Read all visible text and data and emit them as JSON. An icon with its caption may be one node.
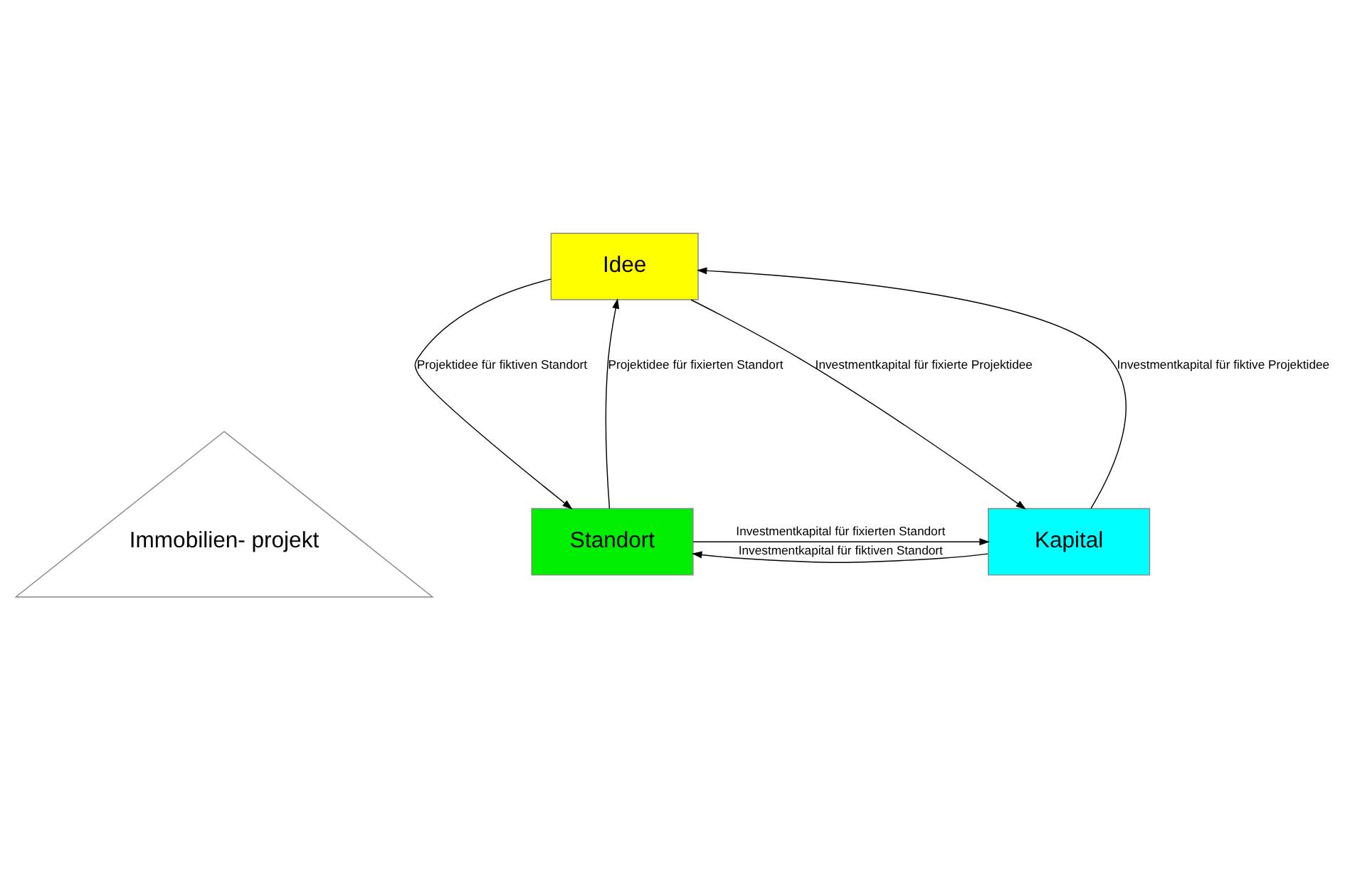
{
  "diagram": {
    "nodes": [
      {
        "text": [
          "Idee"
        ]
      },
      {
        "text": [
          "Immobilien- projekt"
        ]
      },
      {
        "text": [
          "Standort"
        ]
      },
      {
        "text": [
          "Kapital"
        ]
      }
    ],
    "edges": [
      {
        "from": 2,
        "to": 0,
        "arrow": "to",
        "label": "Projektidee für fixierten Standort"
      },
      {
        "from": 0,
        "to": 2,
        "arrow": "to",
        "label": "Projektidee für fiktiven Standort"
      },
      {
        "from": 3,
        "to": 0,
        "arrow": "to",
        "label": "Investmentkapital für fiktive Projektidee"
      },
      {
        "from": 0,
        "to": 3,
        "arrow": "to",
        "label": "Investmentkapital für fixierte Projektidee"
      },
      {
        "from": 3,
        "to": 2,
        "arrow": "to",
        "label": "Investmentkapital für fiktiven Standort"
      },
      {
        "from": 2,
        "to": 3,
        "arrow": "to",
        "label": "Investmentkapital für fixierten Standort"
      }
    ]
  }
}
